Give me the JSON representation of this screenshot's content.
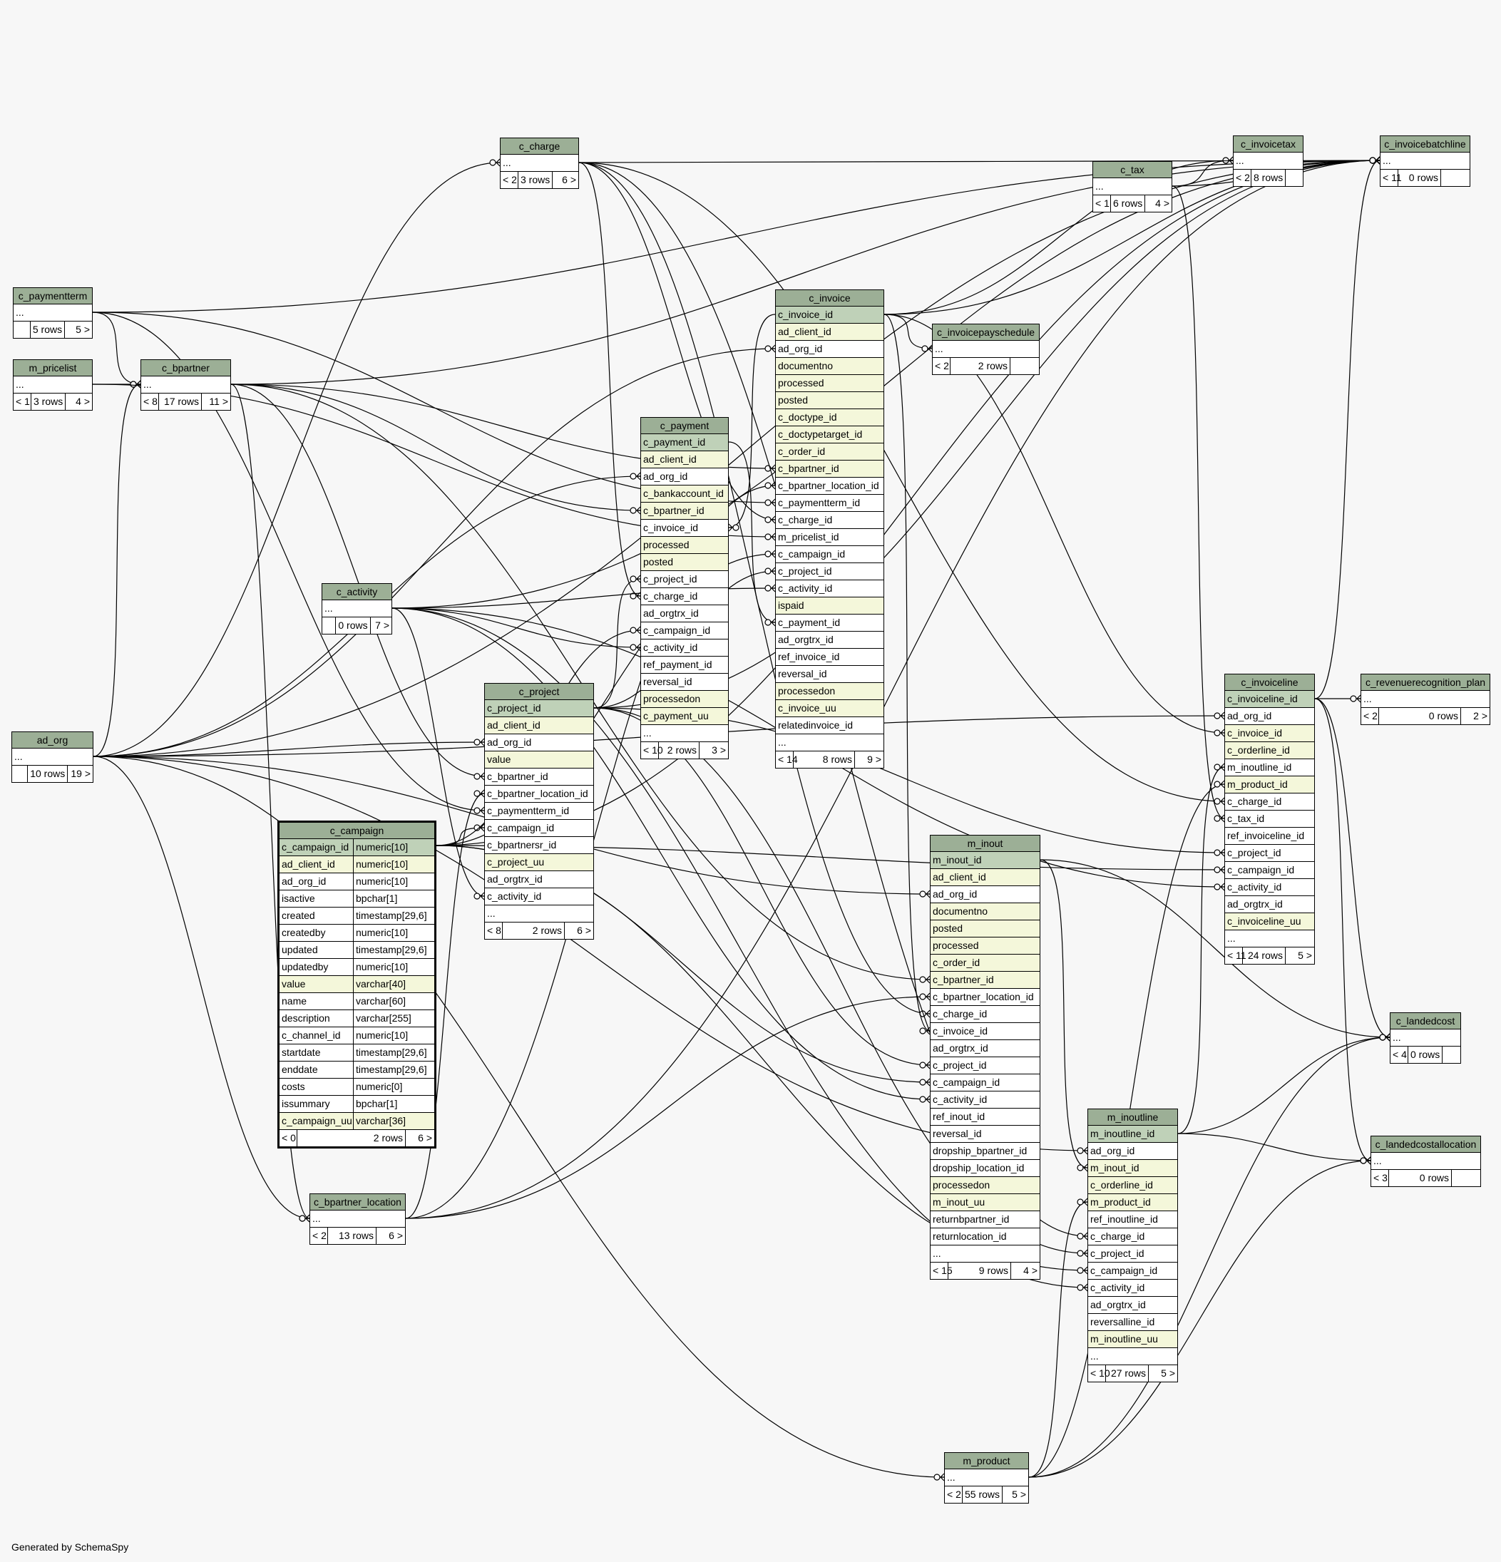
{
  "footer_text": "Generated by SchemaSpy",
  "colors": {
    "header": "#9caf96",
    "primary_key": "#bfd1b8",
    "indexed": "#f4f7da",
    "background": "#f7f7f7"
  },
  "tables": {
    "c_paymentterm": {
      "name": "c_paymentterm",
      "rows": [
        "..."
      ],
      "footer": {
        "parents": "",
        "count": "5 rows",
        "children": "5 >"
      }
    },
    "m_pricelist": {
      "name": "m_pricelist",
      "rows": [
        "..."
      ],
      "footer": {
        "parents": "< 1",
        "count": "3 rows",
        "children": "4 >"
      }
    },
    "c_bpartner": {
      "name": "c_bpartner",
      "rows": [
        "..."
      ],
      "footer": {
        "parents": "< 8",
        "count": "17 rows",
        "children": "11 >"
      }
    },
    "ad_org": {
      "name": "ad_org",
      "rows": [
        "..."
      ],
      "footer": {
        "parents": "",
        "count": "10 rows",
        "children": "19 >"
      }
    },
    "c_charge": {
      "name": "c_charge",
      "rows": [
        "..."
      ],
      "footer": {
        "parents": "< 2",
        "count": "3 rows",
        "children": "6 >"
      }
    },
    "c_activity": {
      "name": "c_activity",
      "rows": [
        "..."
      ],
      "footer": {
        "parents": "",
        "count": "0 rows",
        "children": "7 >"
      }
    },
    "c_bpartner_location": {
      "name": "c_bpartner_location",
      "rows": [
        "..."
      ],
      "footer": {
        "parents": "< 2",
        "count": "13 rows",
        "children": "6 >"
      }
    },
    "c_campaign": {
      "name": "c_campaign",
      "columns": [
        {
          "name": "c_campaign_id",
          "type": "numeric[10]",
          "kind": "pk"
        },
        {
          "name": "ad_client_id",
          "type": "numeric[10]",
          "kind": "idx"
        },
        {
          "name": "ad_org_id",
          "type": "numeric[10]",
          "kind": "plain"
        },
        {
          "name": "isactive",
          "type": "bpchar[1]",
          "kind": "plain"
        },
        {
          "name": "created",
          "type": "timestamp[29,6]",
          "kind": "plain"
        },
        {
          "name": "createdby",
          "type": "numeric[10]",
          "kind": "plain"
        },
        {
          "name": "updated",
          "type": "timestamp[29,6]",
          "kind": "plain"
        },
        {
          "name": "updatedby",
          "type": "numeric[10]",
          "kind": "plain"
        },
        {
          "name": "value",
          "type": "varchar[40]",
          "kind": "idx"
        },
        {
          "name": "name",
          "type": "varchar[60]",
          "kind": "plain"
        },
        {
          "name": "description",
          "type": "varchar[255]",
          "kind": "plain"
        },
        {
          "name": "c_channel_id",
          "type": "numeric[10]",
          "kind": "plain"
        },
        {
          "name": "startdate",
          "type": "timestamp[29,6]",
          "kind": "plain"
        },
        {
          "name": "enddate",
          "type": "timestamp[29,6]",
          "kind": "plain"
        },
        {
          "name": "costs",
          "type": "numeric[0]",
          "kind": "plain"
        },
        {
          "name": "issummary",
          "type": "bpchar[1]",
          "kind": "plain"
        },
        {
          "name": "c_campaign_uu",
          "type": "varchar[36]",
          "kind": "idx"
        }
      ],
      "footer": {
        "parents": "< 0",
        "count": "2 rows",
        "children": "6 >"
      }
    },
    "c_project": {
      "name": "c_project",
      "columns": [
        {
          "name": "c_project_id",
          "kind": "pk"
        },
        {
          "name": "ad_client_id",
          "kind": "idx"
        },
        {
          "name": "ad_org_id",
          "kind": "plain"
        },
        {
          "name": "value",
          "kind": "idx"
        },
        {
          "name": "c_bpartner_id",
          "kind": "plain"
        },
        {
          "name": "c_bpartner_location_id",
          "kind": "plain"
        },
        {
          "name": "c_paymentterm_id",
          "kind": "plain"
        },
        {
          "name": "c_campaign_id",
          "kind": "plain"
        },
        {
          "name": "c_bpartnersr_id",
          "kind": "plain"
        },
        {
          "name": "c_project_uu",
          "kind": "idx"
        },
        {
          "name": "ad_orgtrx_id",
          "kind": "plain"
        },
        {
          "name": "c_activity_id",
          "kind": "plain"
        },
        {
          "name": "...",
          "kind": "plain"
        }
      ],
      "footer": {
        "parents": "< 8",
        "count": "2 rows",
        "children": "6 >"
      }
    },
    "c_payment": {
      "name": "c_payment",
      "columns": [
        {
          "name": "c_payment_id",
          "kind": "pk"
        },
        {
          "name": "ad_client_id",
          "kind": "idx"
        },
        {
          "name": "ad_org_id",
          "kind": "plain"
        },
        {
          "name": "c_bankaccount_id",
          "kind": "idx"
        },
        {
          "name": "c_bpartner_id",
          "kind": "idx"
        },
        {
          "name": "c_invoice_id",
          "kind": "plain"
        },
        {
          "name": "processed",
          "kind": "idx"
        },
        {
          "name": "posted",
          "kind": "idx"
        },
        {
          "name": "c_project_id",
          "kind": "plain"
        },
        {
          "name": "c_charge_id",
          "kind": "plain"
        },
        {
          "name": "ad_orgtrx_id",
          "kind": "plain"
        },
        {
          "name": "c_campaign_id",
          "kind": "plain"
        },
        {
          "name": "c_activity_id",
          "kind": "plain"
        },
        {
          "name": "ref_payment_id",
          "kind": "plain"
        },
        {
          "name": "reversal_id",
          "kind": "plain"
        },
        {
          "name": "processedon",
          "kind": "idx"
        },
        {
          "name": "c_payment_uu",
          "kind": "idx"
        },
        {
          "name": "...",
          "kind": "plain"
        }
      ],
      "footer": {
        "parents": "< 10",
        "count": "2 rows",
        "children": "3 >"
      }
    },
    "c_invoice": {
      "name": "c_invoice",
      "columns": [
        {
          "name": "c_invoice_id",
          "kind": "pk"
        },
        {
          "name": "ad_client_id",
          "kind": "idx"
        },
        {
          "name": "ad_org_id",
          "kind": "plain"
        },
        {
          "name": "documentno",
          "kind": "idx"
        },
        {
          "name": "processed",
          "kind": "idx"
        },
        {
          "name": "posted",
          "kind": "idx"
        },
        {
          "name": "c_doctype_id",
          "kind": "idx"
        },
        {
          "name": "c_doctypetarget_id",
          "kind": "idx"
        },
        {
          "name": "c_order_id",
          "kind": "idx"
        },
        {
          "name": "c_bpartner_id",
          "kind": "idx"
        },
        {
          "name": "c_bpartner_location_id",
          "kind": "plain"
        },
        {
          "name": "c_paymentterm_id",
          "kind": "plain"
        },
        {
          "name": "c_charge_id",
          "kind": "plain"
        },
        {
          "name": "m_pricelist_id",
          "kind": "plain"
        },
        {
          "name": "c_campaign_id",
          "kind": "plain"
        },
        {
          "name": "c_project_id",
          "kind": "plain"
        },
        {
          "name": "c_activity_id",
          "kind": "plain"
        },
        {
          "name": "ispaid",
          "kind": "idx"
        },
        {
          "name": "c_payment_id",
          "kind": "plain"
        },
        {
          "name": "ad_orgtrx_id",
          "kind": "plain"
        },
        {
          "name": "ref_invoice_id",
          "kind": "plain"
        },
        {
          "name": "reversal_id",
          "kind": "plain"
        },
        {
          "name": "processedon",
          "kind": "idx"
        },
        {
          "name": "c_invoice_uu",
          "kind": "idx"
        },
        {
          "name": "relatedinvoice_id",
          "kind": "plain"
        },
        {
          "name": "...",
          "kind": "plain"
        }
      ],
      "footer": {
        "parents": "< 14",
        "count": "8 rows",
        "children": "9 >"
      }
    },
    "c_invoicepayschedule": {
      "name": "c_invoicepayschedule",
      "rows": [
        "..."
      ],
      "footer": {
        "parents": "< 2",
        "count": "2 rows",
        "children": ""
      }
    },
    "c_tax": {
      "name": "c_tax",
      "rows": [
        "..."
      ],
      "footer": {
        "parents": "< 1",
        "count": "6 rows",
        "children": "4 >"
      }
    },
    "c_invoicetax": {
      "name": "c_invoicetax",
      "rows": [
        "..."
      ],
      "footer": {
        "parents": "< 2",
        "count": "8 rows",
        "children": ""
      }
    },
    "c_invoicebatchline": {
      "name": "c_invoicebatchline",
      "rows": [
        "..."
      ],
      "footer": {
        "parents": "< 11",
        "count": "0 rows",
        "children": ""
      }
    },
    "c_invoiceline": {
      "name": "c_invoiceline",
      "columns": [
        {
          "name": "c_invoiceline_id",
          "kind": "pk"
        },
        {
          "name": "ad_org_id",
          "kind": "plain"
        },
        {
          "name": "c_invoice_id",
          "kind": "idx"
        },
        {
          "name": "c_orderline_id",
          "kind": "idx"
        },
        {
          "name": "m_inoutline_id",
          "kind": "plain"
        },
        {
          "name": "m_product_id",
          "kind": "idx"
        },
        {
          "name": "c_charge_id",
          "kind": "plain"
        },
        {
          "name": "c_tax_id",
          "kind": "plain"
        },
        {
          "name": "ref_invoiceline_id",
          "kind": "plain"
        },
        {
          "name": "c_project_id",
          "kind": "plain"
        },
        {
          "name": "c_campaign_id",
          "kind": "plain"
        },
        {
          "name": "c_activity_id",
          "kind": "plain"
        },
        {
          "name": "ad_orgtrx_id",
          "kind": "plain"
        },
        {
          "name": "c_invoiceline_uu",
          "kind": "idx"
        },
        {
          "name": "...",
          "kind": "plain"
        }
      ],
      "footer": {
        "parents": "< 11",
        "count": "24 rows",
        "children": "5 >"
      }
    },
    "c_revenuerecognition_plan": {
      "name": "c_revenuerecognition_plan",
      "rows": [
        "..."
      ],
      "footer": {
        "parents": "< 2",
        "count": "0 rows",
        "children": "2 >"
      }
    },
    "m_inout": {
      "name": "m_inout",
      "columns": [
        {
          "name": "m_inout_id",
          "kind": "pk"
        },
        {
          "name": "ad_client_id",
          "kind": "idx"
        },
        {
          "name": "ad_org_id",
          "kind": "plain"
        },
        {
          "name": "documentno",
          "kind": "idx"
        },
        {
          "name": "posted",
          "kind": "idx"
        },
        {
          "name": "processed",
          "kind": "idx"
        },
        {
          "name": "c_order_id",
          "kind": "idx"
        },
        {
          "name": "c_bpartner_id",
          "kind": "idx"
        },
        {
          "name": "c_bpartner_location_id",
          "kind": "plain"
        },
        {
          "name": "c_charge_id",
          "kind": "plain"
        },
        {
          "name": "c_invoice_id",
          "kind": "plain"
        },
        {
          "name": "ad_orgtrx_id",
          "kind": "plain"
        },
        {
          "name": "c_project_id",
          "kind": "plain"
        },
        {
          "name": "c_campaign_id",
          "kind": "plain"
        },
        {
          "name": "c_activity_id",
          "kind": "plain"
        },
        {
          "name": "ref_inout_id",
          "kind": "plain"
        },
        {
          "name": "reversal_id",
          "kind": "plain"
        },
        {
          "name": "dropship_bpartner_id",
          "kind": "plain"
        },
        {
          "name": "dropship_location_id",
          "kind": "plain"
        },
        {
          "name": "processedon",
          "kind": "idx"
        },
        {
          "name": "m_inout_uu",
          "kind": "idx"
        },
        {
          "name": "returnbpartner_id",
          "kind": "plain"
        },
        {
          "name": "returnlocation_id",
          "kind": "plain"
        },
        {
          "name": "...",
          "kind": "plain"
        }
      ],
      "footer": {
        "parents": "< 15",
        "count": "9 rows",
        "children": "4 >"
      }
    },
    "m_inoutline": {
      "name": "m_inoutline",
      "columns": [
        {
          "name": "m_inoutline_id",
          "kind": "pk"
        },
        {
          "name": "ad_org_id",
          "kind": "plain"
        },
        {
          "name": "m_inout_id",
          "kind": "idx"
        },
        {
          "name": "c_orderline_id",
          "kind": "idx"
        },
        {
          "name": "m_product_id",
          "kind": "idx"
        },
        {
          "name": "ref_inoutline_id",
          "kind": "plain"
        },
        {
          "name": "c_charge_id",
          "kind": "plain"
        },
        {
          "name": "c_project_id",
          "kind": "plain"
        },
        {
          "name": "c_campaign_id",
          "kind": "plain"
        },
        {
          "name": "c_activity_id",
          "kind": "plain"
        },
        {
          "name": "ad_orgtrx_id",
          "kind": "plain"
        },
        {
          "name": "reversalline_id",
          "kind": "plain"
        },
        {
          "name": "m_inoutline_uu",
          "kind": "idx"
        },
        {
          "name": "...",
          "kind": "plain"
        }
      ],
      "footer": {
        "parents": "< 10",
        "count": "27 rows",
        "children": "5 >"
      }
    },
    "c_landedcost": {
      "name": "c_landedcost",
      "rows": [
        "..."
      ],
      "footer": {
        "parents": "< 4",
        "count": "0 rows",
        "children": ""
      }
    },
    "c_landedcostallocation": {
      "name": "c_landedcostallocation",
      "rows": [
        "..."
      ],
      "footer": {
        "parents": "< 3",
        "count": "0 rows",
        "children": ""
      }
    },
    "m_product": {
      "name": "m_product",
      "rows": [
        "..."
      ],
      "footer": {
        "parents": "< 2",
        "count": "55 rows",
        "children": "5 >"
      }
    }
  },
  "relationships": [
    [
      "c_paymentterm",
      "c_bpartner"
    ],
    [
      "m_pricelist",
      "c_bpartner"
    ],
    [
      "ad_org",
      "c_bpartner"
    ],
    [
      "ad_org",
      "c_charge"
    ],
    [
      "ad_org",
      "c_bpartner_location"
    ],
    [
      "c_bpartner",
      "c_bpartner_location"
    ],
    [
      "ad_org",
      "c_project"
    ],
    [
      "c_bpartner",
      "c_project"
    ],
    [
      "c_bpartner_location",
      "c_project"
    ],
    [
      "c_paymentterm",
      "c_project"
    ],
    [
      "c_campaign",
      "c_project"
    ],
    [
      "c_activity",
      "c_project"
    ],
    [
      "ad_org",
      "c_payment"
    ],
    [
      "c_bpartner",
      "c_payment"
    ],
    [
      "c_invoice",
      "c_payment"
    ],
    [
      "c_project",
      "c_payment"
    ],
    [
      "c_charge",
      "c_payment"
    ],
    [
      "c_campaign",
      "c_payment"
    ],
    [
      "c_activity",
      "c_payment"
    ],
    [
      "ad_org",
      "c_invoice"
    ],
    [
      "c_bpartner",
      "c_invoice"
    ],
    [
      "c_bpartner_location",
      "c_invoice"
    ],
    [
      "c_paymentterm",
      "c_invoice"
    ],
    [
      "c_charge",
      "c_invoice"
    ],
    [
      "m_pricelist",
      "c_invoice"
    ],
    [
      "c_campaign",
      "c_invoice"
    ],
    [
      "c_project",
      "c_invoice"
    ],
    [
      "c_activity",
      "c_invoice"
    ],
    [
      "c_payment",
      "c_invoice"
    ],
    [
      "c_invoice",
      "c_invoicepayschedule"
    ],
    [
      "c_tax",
      "c_invoicetax"
    ],
    [
      "c_invoice",
      "c_invoicetax"
    ],
    [
      "ad_org",
      "c_invoicebatchline"
    ],
    [
      "c_bpartner",
      "c_invoicebatchline"
    ],
    [
      "c_charge",
      "c_invoicebatchline"
    ],
    [
      "c_tax",
      "c_invoicebatchline"
    ],
    [
      "c_invoice",
      "c_invoicebatchline"
    ],
    [
      "c_invoiceline",
      "c_invoicebatchline"
    ],
    [
      "c_project",
      "c_invoicebatchline"
    ],
    [
      "c_activity",
      "c_invoicebatchline"
    ],
    [
      "c_campaign",
      "c_invoicebatchline"
    ],
    [
      "c_bpartner_location",
      "c_invoicebatchline"
    ],
    [
      "c_paymentterm",
      "c_invoicebatchline"
    ],
    [
      "ad_org",
      "c_invoiceline"
    ],
    [
      "c_invoice",
      "c_invoiceline"
    ],
    [
      "m_inoutline",
      "c_invoiceline"
    ],
    [
      "m_product",
      "c_invoiceline"
    ],
    [
      "c_charge",
      "c_invoiceline"
    ],
    [
      "c_tax",
      "c_invoiceline"
    ],
    [
      "c_project",
      "c_invoiceline"
    ],
    [
      "c_campaign",
      "c_invoiceline"
    ],
    [
      "c_activity",
      "c_invoiceline"
    ],
    [
      "c_invoiceline",
      "c_revenuerecognition_plan"
    ],
    [
      "ad_org",
      "m_inout"
    ],
    [
      "c_bpartner",
      "m_inout"
    ],
    [
      "c_bpartner_location",
      "m_inout"
    ],
    [
      "c_charge",
      "m_inout"
    ],
    [
      "c_invoice",
      "m_inout"
    ],
    [
      "c_project",
      "m_inout"
    ],
    [
      "c_campaign",
      "m_inout"
    ],
    [
      "c_activity",
      "m_inout"
    ],
    [
      "ad_org",
      "m_inoutline"
    ],
    [
      "m_inout",
      "m_inoutline"
    ],
    [
      "m_product",
      "m_inoutline"
    ],
    [
      "c_charge",
      "m_inoutline"
    ],
    [
      "c_project",
      "m_inoutline"
    ],
    [
      "c_campaign",
      "m_inoutline"
    ],
    [
      "c_activity",
      "m_inoutline"
    ],
    [
      "c_invoiceline",
      "c_landedcost"
    ],
    [
      "m_inout",
      "c_landedcost"
    ],
    [
      "m_inoutline",
      "c_landedcost"
    ],
    [
      "m_product",
      "c_landedcost"
    ],
    [
      "c_invoiceline",
      "c_landedcostallocation"
    ],
    [
      "m_inoutline",
      "c_landedcostallocation"
    ],
    [
      "m_product",
      "c_landedcostallocation"
    ],
    [
      "ad_org",
      "m_product"
    ]
  ]
}
